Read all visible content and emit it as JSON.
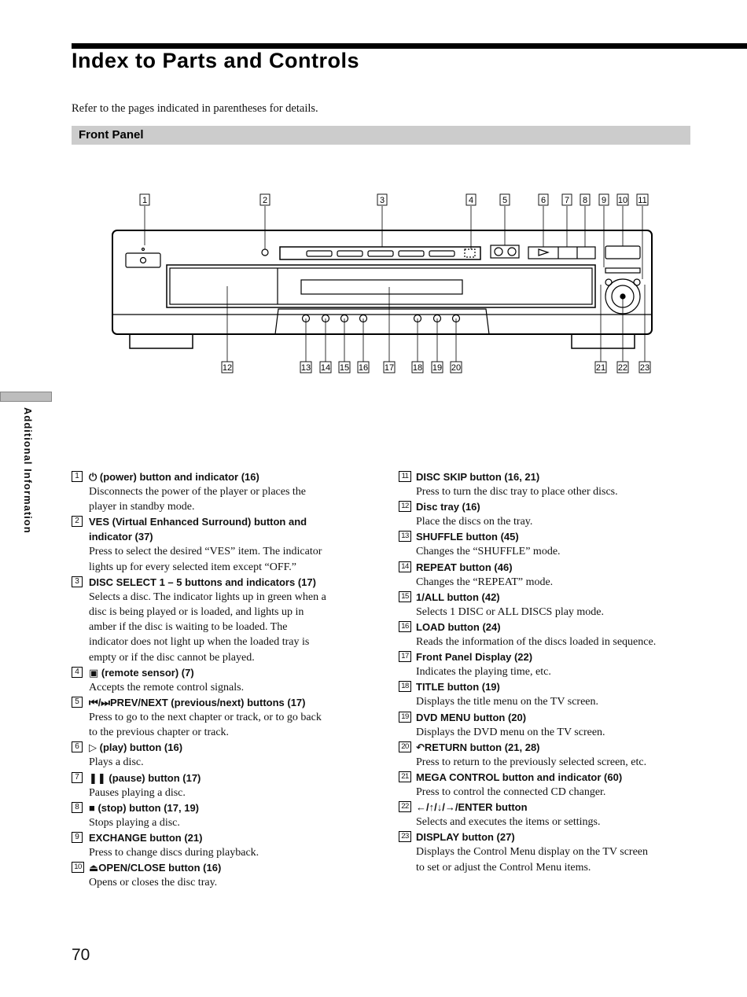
{
  "page": {
    "title": "Index to Parts and Controls",
    "intro": "Refer to the pages indicated in parentheses for details.",
    "section": "Front Panel",
    "side_label": "Additional Information",
    "page_number": "70"
  },
  "diagram_labels": {
    "top": [
      "1",
      "2",
      "3",
      "4",
      "5",
      "6",
      "7",
      "8",
      "9",
      "10",
      "11"
    ],
    "bottom": [
      "12",
      "13",
      "14",
      "15",
      "16",
      "17",
      "18",
      "19",
      "20",
      "21",
      "22",
      "23"
    ]
  },
  "left_items": [
    {
      "num": "1",
      "title": "⏻ (power) button and indicator (16)",
      "desc": [
        "Disconnects the power of the player or places the",
        "player in standby mode."
      ]
    },
    {
      "num": "2",
      "title": "VES (Virtual Enhanced Surround) button and",
      "title2": "indicator (37)",
      "desc": [
        "Press to select the desired “VES” item. The indicator",
        "lights up for every selected item except “OFF.”"
      ]
    },
    {
      "num": "3",
      "title": "DISC SELECT 1 – 5 buttons and indicators (17)",
      "desc": [
        "Selects a disc. The indicator lights up in green when a",
        "disc is being played or is loaded, and lights up in",
        "amber if the disc is waiting to be loaded.  The",
        "indicator does not light up when the loaded tray is",
        "empty or if the disc cannot be played."
      ]
    },
    {
      "num": "4",
      "title": "▣ (remote sensor) (7)",
      "desc": [
        "Accepts the remote control signals."
      ]
    },
    {
      "num": "5",
      "title": "⏮/⏭PREV/NEXT (previous/next) buttons (17)",
      "desc": [
        "Press to go to the next chapter or track, or to go back",
        "to the previous chapter or track."
      ]
    },
    {
      "num": "6",
      "title": "▷ (play) button (16)",
      "desc": [
        "Plays a disc."
      ]
    },
    {
      "num": "7",
      "title": "❚❚ (pause) button (17)",
      "desc": [
        "Pauses playing a disc."
      ]
    },
    {
      "num": "8",
      "title": "■ (stop) button (17, 19)",
      "desc": [
        "Stops playing a disc."
      ]
    },
    {
      "num": "9",
      "title": "EXCHANGE button (21)",
      "desc": [
        "Press to change discs during playback."
      ]
    },
    {
      "num": "10",
      "title": "⏏OPEN/CLOSE button (16)",
      "desc": [
        "Opens or closes the disc tray."
      ]
    }
  ],
  "right_items": [
    {
      "num": "11",
      "title": "DISC SKIP button (16, 21)",
      "desc": [
        "Press to turn the disc tray to place other discs."
      ]
    },
    {
      "num": "12",
      "title": "Disc tray (16)",
      "desc": [
        "Place the discs on the tray."
      ]
    },
    {
      "num": "13",
      "title": "SHUFFLE button (45)",
      "desc": [
        "Changes the “SHUFFLE” mode."
      ]
    },
    {
      "num": "14",
      "title": "REPEAT button (46)",
      "desc": [
        "Changes the “REPEAT” mode."
      ]
    },
    {
      "num": "15",
      "title": "1/ALL button (42)",
      "desc": [
        "Selects 1 DISC or ALL DISCS play mode."
      ]
    },
    {
      "num": "16",
      "title": "LOAD button (24)",
      "desc": [
        "Reads the information of the discs loaded in sequence."
      ]
    },
    {
      "num": "17",
      "title": "Front Panel Display (22)",
      "desc": [
        "Indicates the playing time, etc."
      ]
    },
    {
      "num": "18",
      "title": "TITLE button (19)",
      "desc": [
        "Displays the title menu on the TV screen."
      ]
    },
    {
      "num": "19",
      "title": "DVD MENU button (20)",
      "desc": [
        "Displays the DVD menu on the TV screen."
      ]
    },
    {
      "num": "20",
      "title": "↶RETURN button (21, 28)",
      "desc": [
        "Press to return to the previously selected screen, etc."
      ]
    },
    {
      "num": "21",
      "title": "MEGA CONTROL button and indicator (60)",
      "desc": [
        "Press to control the connected CD changer."
      ]
    },
    {
      "num": "22",
      "title": "←/↑/↓/→/ENTER button",
      "desc": [
        "Selects and executes the items or settings."
      ]
    },
    {
      "num": "23",
      "title": "DISPLAY button (27)",
      "desc": [
        "Displays the Control Menu display on the TV screen",
        "to set or adjust the Control Menu items."
      ]
    }
  ]
}
